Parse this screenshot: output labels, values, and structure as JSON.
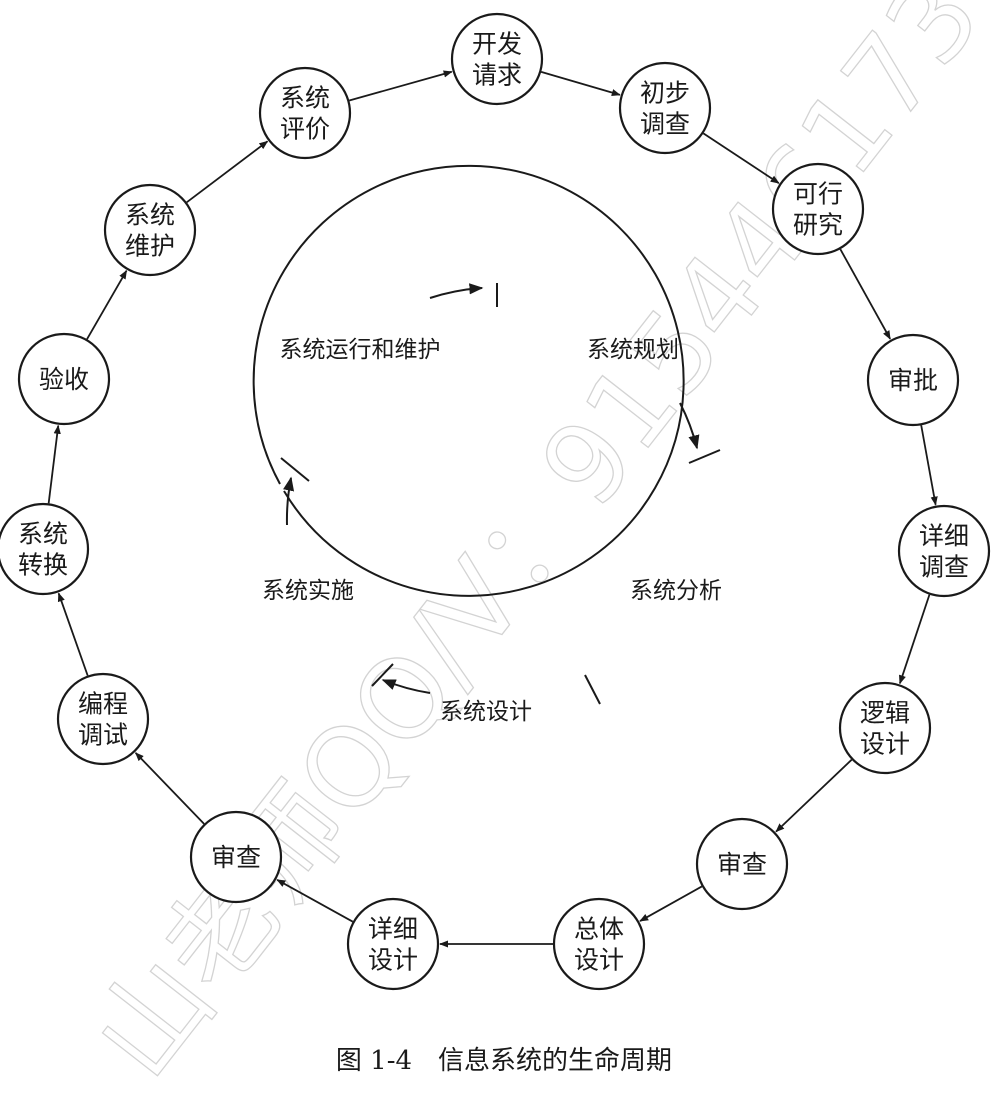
{
  "outer_cycle": [
    {
      "id": "dev-request",
      "lines": [
        "开发",
        "请求"
      ]
    },
    {
      "id": "preliminary-survey",
      "lines": [
        "初步",
        "调查"
      ]
    },
    {
      "id": "feasibility-study",
      "lines": [
        "可行",
        "研究"
      ]
    },
    {
      "id": "approval",
      "lines": [
        "审批"
      ]
    },
    {
      "id": "detailed-survey",
      "lines": [
        "详细",
        "调查"
      ]
    },
    {
      "id": "logical-design",
      "lines": [
        "逻辑",
        "设计"
      ]
    },
    {
      "id": "review-1",
      "lines": [
        "审查"
      ]
    },
    {
      "id": "overall-design",
      "lines": [
        "总体",
        "设计"
      ]
    },
    {
      "id": "detailed-design",
      "lines": [
        "详细",
        "设计"
      ]
    },
    {
      "id": "review-2",
      "lines": [
        "审查"
      ]
    },
    {
      "id": "coding-debugging",
      "lines": [
        "编程",
        "调试"
      ]
    },
    {
      "id": "system-conversion",
      "lines": [
        "系统",
        "转换"
      ]
    },
    {
      "id": "acceptance",
      "lines": [
        "验收"
      ]
    },
    {
      "id": "system-maintenance",
      "lines": [
        "系统",
        "维护"
      ]
    },
    {
      "id": "system-evaluation",
      "lines": [
        "系统",
        "评价"
      ]
    }
  ],
  "inner_phases": [
    {
      "id": "planning",
      "label": "系统规划"
    },
    {
      "id": "analysis",
      "label": "系统分析"
    },
    {
      "id": "design",
      "label": "系统设计"
    },
    {
      "id": "implementation",
      "label": "系统实施"
    },
    {
      "id": "operation-maintenance",
      "label": "系统运行和维护"
    }
  ],
  "caption": "图 1-4　信息系统的生命周期",
  "watermark": "山老师QQ/V：915446173"
}
